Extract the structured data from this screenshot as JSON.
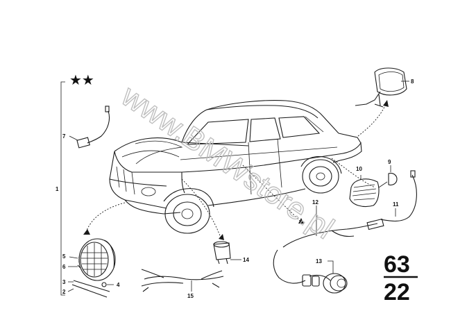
{
  "stars": "★★",
  "watermark": "www.BMWstore.pl",
  "group": {
    "main": "63",
    "sub": "22"
  },
  "callouts": [
    {
      "id": "c1",
      "text": "1"
    },
    {
      "id": "c2",
      "text": "2"
    },
    {
      "id": "c3",
      "text": "3"
    },
    {
      "id": "c4",
      "text": "4"
    },
    {
      "id": "c5",
      "text": "5"
    },
    {
      "id": "c6",
      "text": "6"
    },
    {
      "id": "c7",
      "text": "7"
    },
    {
      "id": "c8",
      "text": "8"
    },
    {
      "id": "c9",
      "text": "9"
    },
    {
      "id": "c10",
      "text": "10"
    },
    {
      "id": "c11",
      "text": "11"
    },
    {
      "id": "c12",
      "text": "12"
    },
    {
      "id": "c13",
      "text": "13"
    },
    {
      "id": "c14",
      "text": "14"
    },
    {
      "id": "c15",
      "text": "15"
    }
  ]
}
